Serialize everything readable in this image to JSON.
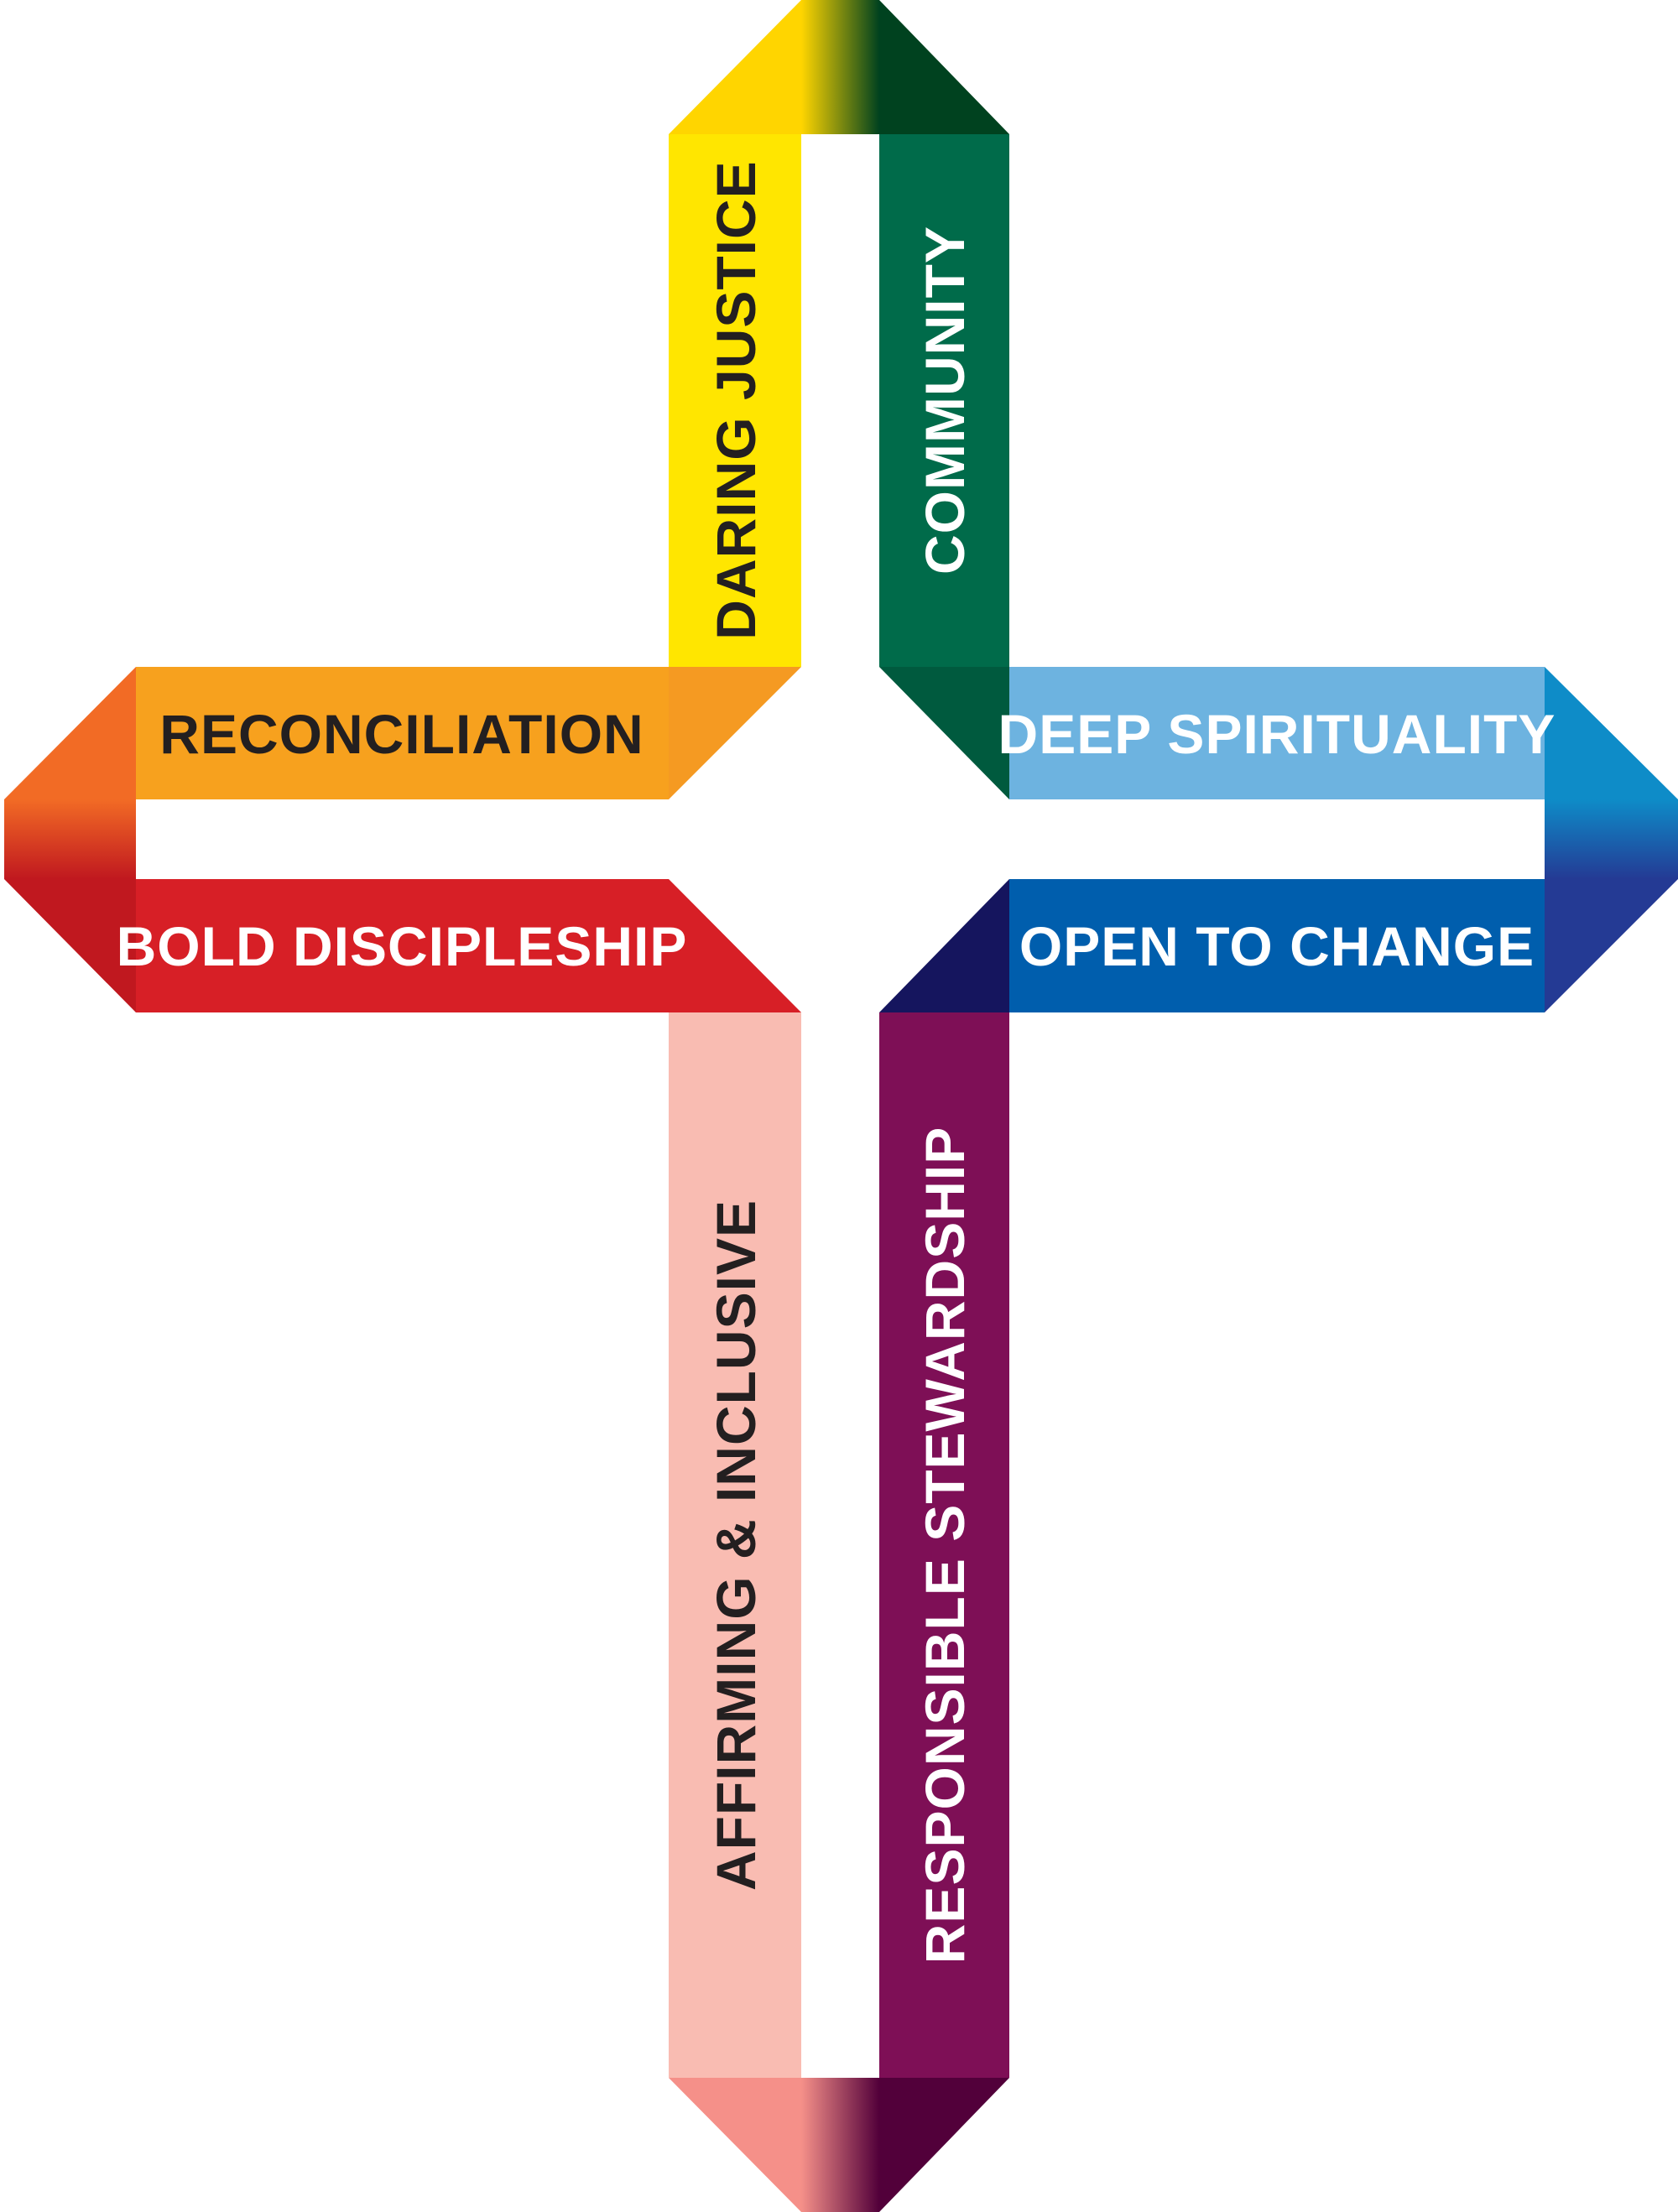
{
  "values": {
    "daring_justice": "DARING JUSTICE",
    "community": "COMMUNITY",
    "reconciliation": "RECONCILIATION",
    "deep_spirituality": "DEEP SPIRITUALITY",
    "bold_discipleship": "BOLD DISCIPLESHIP",
    "open_to_change": "OPEN TO CHANGE",
    "affirming_inclusive": "AFFIRMING & INCLUSIVE",
    "responsible_stewardship": "RESPONSIBLE STEWARDSHIP"
  },
  "colors": {
    "yellow": "#FFE600",
    "yellow_dark": "#FFD500",
    "green": "#006B4A",
    "green_dark": "#00421F",
    "orange": "#F7A11E",
    "orange_dark": "#F26B25",
    "light_blue": "#6DB3E0",
    "light_blue_dark": "#0E8CC8",
    "red": "#D71F26",
    "red_dark": "#C0181F",
    "blue": "#005EAD",
    "blue_dark": "#243A94",
    "navy": "#15155E",
    "pink": "#F9BCB2",
    "pink_dark": "#F59089",
    "purple": "#7E0F56",
    "purple_dark": "#52003A"
  }
}
